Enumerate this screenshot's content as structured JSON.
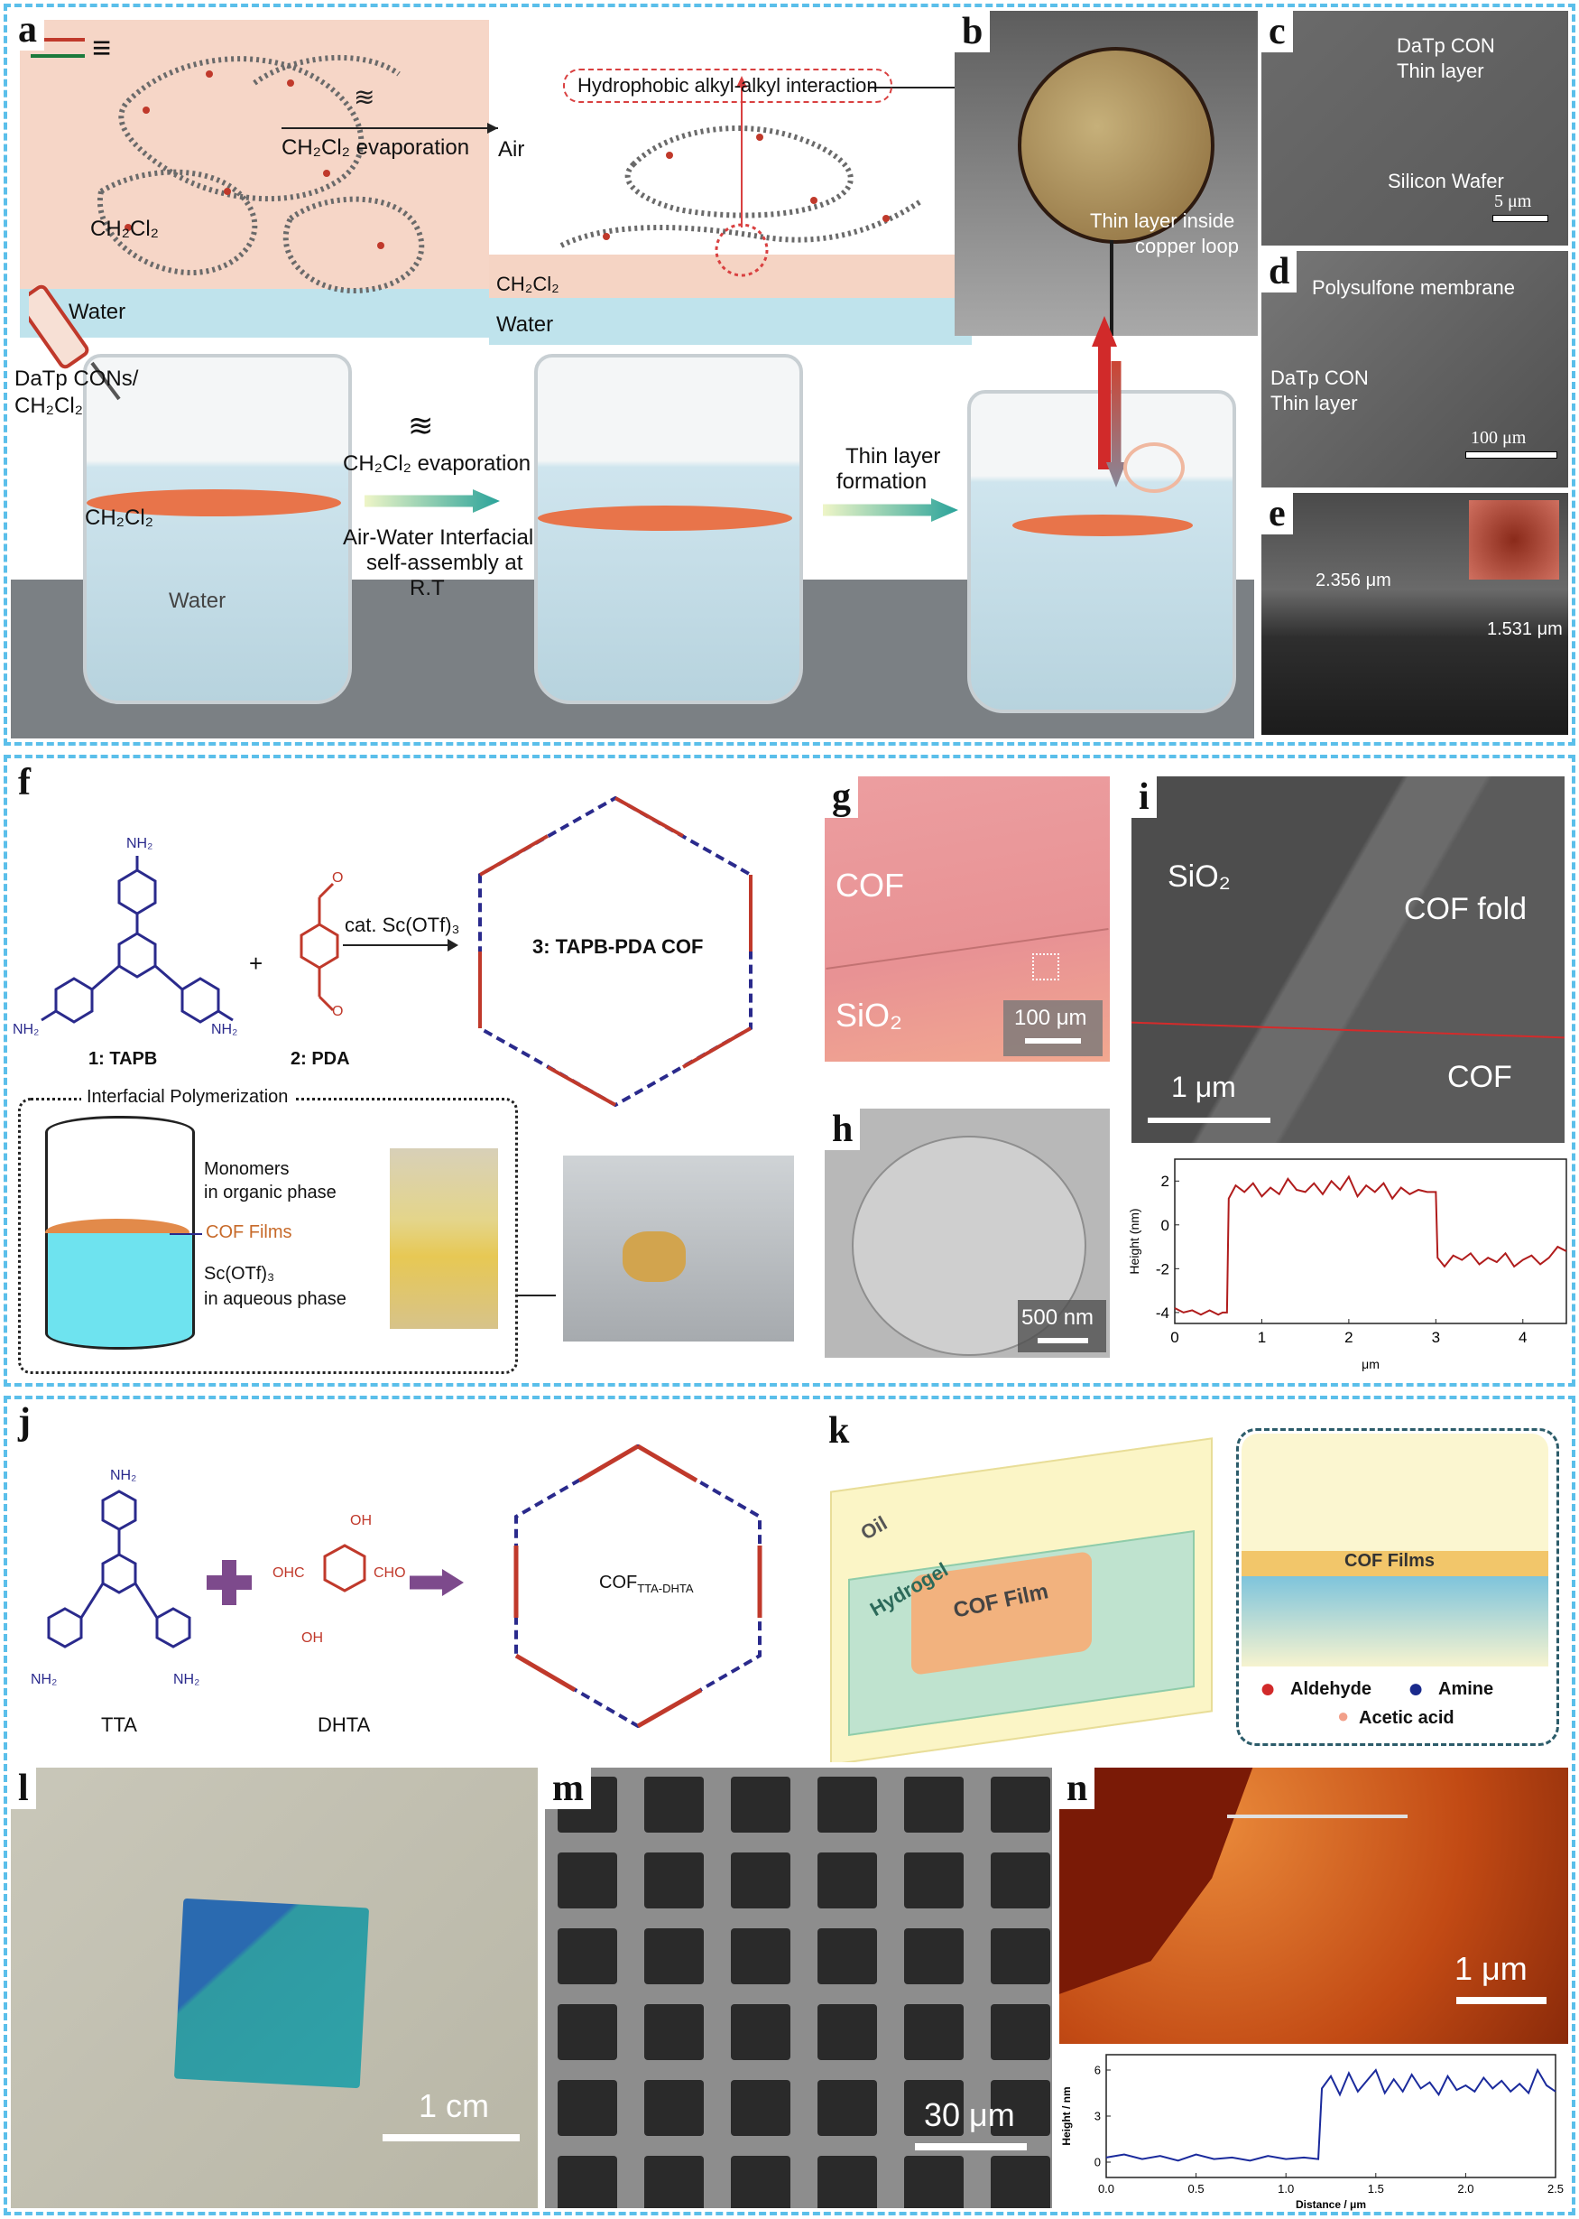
{
  "panels": {
    "a": {
      "label": "a",
      "legend_eq": "≡",
      "evap_top": "CH₂Cl₂ evaporation",
      "air": "Air",
      "ch2cl2_left": "CH₂Cl₂",
      "water_left": "Water",
      "hydrophobic": "Hydrophobic alkyl-alkyl interaction",
      "ch2cl2_mid": "CH₂Cl₂",
      "water_mid": "Water",
      "cons_1": "DaTp CONs/",
      "cons_2": "CH₂Cl₂",
      "beaker_ch2cl2": "CH₂Cl₂",
      "beaker_water": "Water",
      "arrow1_1": "CH₂Cl₂ evaporation",
      "arrow1_2": "Air-Water Interfacial",
      "arrow1_3": "self-assembly at",
      "arrow1_4": "R.T",
      "arrow2": "Thin layer",
      "arrow2_b": "formation"
    },
    "b": {
      "label": "b",
      "text1": "Thin layer inside",
      "text2": "copper loop"
    },
    "c": {
      "label": "c",
      "text1": "DaTp CON",
      "text2": "Thin layer",
      "text3": "Silicon Wafer",
      "scale": "5 μm"
    },
    "d": {
      "label": "d",
      "text1": "Polysulfone membrane",
      "text2": "DaTp CON",
      "text3": "Thin layer",
      "scale": "100 μm"
    },
    "e": {
      "label": "e",
      "m1": "2.356 μm",
      "m2": "1.531 μm"
    },
    "f": {
      "label": "f",
      "nh2": "NH₂",
      "cho": "O",
      "plus": "+",
      "reagent": "cat. Sc(OTf)₃",
      "product": "3: TAPB-PDA COF",
      "m1": "1: TAPB",
      "m2": "2: PDA",
      "interfacial": "Interfacial Polymerization",
      "org1": "Monomers",
      "org2": "in organic phase",
      "films": "COF Films",
      "aq1": "Sc(OTf)₃",
      "aq2": "in aqueous phase"
    },
    "g": {
      "label": "g",
      "cof": "COF",
      "sio2": "SiO₂",
      "scale": "100 μm"
    },
    "h": {
      "label": "h",
      "scale": "500 nm"
    },
    "i": {
      "label": "i",
      "sio2": "SiO₂",
      "fold": "COF fold",
      "cof": "COF",
      "scale": "1 μm",
      "ylabel": "Height (nm)",
      "xlabel": "μm"
    },
    "j": {
      "label": "j",
      "tta": "TTA",
      "dhta": "DHTA",
      "cof": "COF",
      "cof_sub": "TTA-DHTA",
      "nh2": "NH₂",
      "oh": "OH",
      "cho": "OHC",
      "cho2": "CHO"
    },
    "k": {
      "label": "k",
      "oil": "Oil",
      "hydrogel": "Hydrogel",
      "film": "COF Film",
      "films": "COF Films",
      "aldehyde": "Aldehyde",
      "amine": "Amine",
      "acetic": "Acetic acid"
    },
    "l": {
      "label": "l",
      "scale": "1 cm"
    },
    "m": {
      "label": "m",
      "scale": "30 μm"
    },
    "n": {
      "label": "n",
      "scale": "1 μm",
      "ylabel": "Height / nm",
      "xlabel": "Distance / μm"
    }
  },
  "chart_data": [
    {
      "type": "line",
      "panel": "i",
      "ylabel": "Height (nm)",
      "xlabel": "μm",
      "xlim": [
        0,
        4.5
      ],
      "ylim": [
        -4.5,
        3
      ],
      "xticks": [
        0,
        1,
        2,
        3,
        4
      ],
      "yticks": [
        -4,
        -2,
        0,
        2
      ],
      "color": "#b01c1c",
      "x": [
        0.0,
        0.1,
        0.2,
        0.3,
        0.4,
        0.5,
        0.55,
        0.6,
        0.62,
        0.7,
        0.8,
        0.9,
        1.0,
        1.1,
        1.2,
        1.3,
        1.4,
        1.5,
        1.6,
        1.7,
        1.8,
        1.9,
        2.0,
        2.1,
        2.2,
        2.3,
        2.4,
        2.5,
        2.6,
        2.7,
        2.8,
        2.9,
        2.95,
        3.0,
        3.02,
        3.1,
        3.2,
        3.3,
        3.4,
        3.5,
        3.6,
        3.7,
        3.8,
        3.9,
        4.0,
        4.1,
        4.2,
        4.3,
        4.4,
        4.5
      ],
      "y": [
        -3.8,
        -4.0,
        -3.9,
        -4.1,
        -3.9,
        -4.1,
        -4.0,
        -4.0,
        1.2,
        1.8,
        1.5,
        1.9,
        1.3,
        1.7,
        1.4,
        2.1,
        1.6,
        1.5,
        1.9,
        1.4,
        2.0,
        1.6,
        2.2,
        1.3,
        1.8,
        1.5,
        1.9,
        1.2,
        1.7,
        1.4,
        1.6,
        1.5,
        1.5,
        1.5,
        -1.5,
        -1.9,
        -1.4,
        -1.6,
        -1.3,
        -1.8,
        -1.5,
        -1.7,
        -1.3,
        -1.9,
        -1.6,
        -1.4,
        -1.8,
        -1.5,
        -1.0,
        -1.2
      ]
    },
    {
      "type": "line",
      "panel": "n",
      "ylabel": "Height / nm",
      "xlabel": "Distance / μm",
      "xlim": [
        0,
        2.5
      ],
      "ylim": [
        -1,
        7
      ],
      "xticks": [
        0.0,
        0.5,
        1.0,
        1.5,
        2.0,
        2.5
      ],
      "yticks": [
        0,
        3,
        6
      ],
      "color": "#1a2a9c",
      "x": [
        0.0,
        0.1,
        0.2,
        0.3,
        0.4,
        0.5,
        0.6,
        0.7,
        0.8,
        0.9,
        1.0,
        1.1,
        1.18,
        1.2,
        1.25,
        1.3,
        1.35,
        1.4,
        1.45,
        1.5,
        1.55,
        1.6,
        1.65,
        1.7,
        1.75,
        1.8,
        1.85,
        1.9,
        1.95,
        2.0,
        2.05,
        2.1,
        2.15,
        2.2,
        2.25,
        2.3,
        2.35,
        2.4,
        2.45,
        2.5
      ],
      "y": [
        0.3,
        0.5,
        0.2,
        0.4,
        0.1,
        0.5,
        0.2,
        0.3,
        0.1,
        0.4,
        0.2,
        0.3,
        0.2,
        4.8,
        5.6,
        4.4,
        5.8,
        4.6,
        5.3,
        6.0,
        4.5,
        5.4,
        4.6,
        5.7,
        4.8,
        5.2,
        4.4,
        5.6,
        4.7,
        5.0,
        4.6,
        5.5,
        4.8,
        5.3,
        4.6,
        5.1,
        4.5,
        6.0,
        5.0,
        4.6
      ]
    }
  ]
}
